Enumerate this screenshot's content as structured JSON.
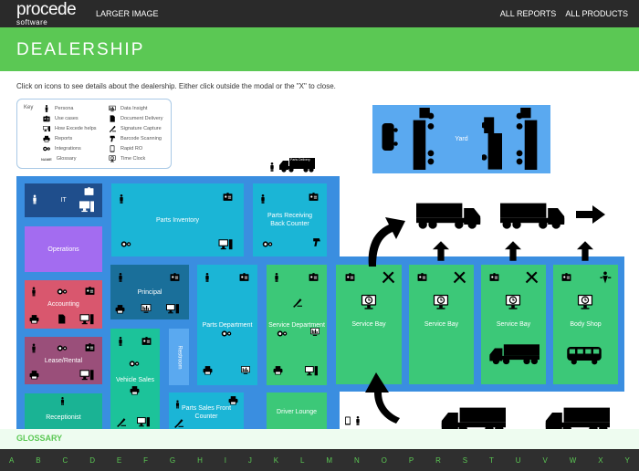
{
  "header": {
    "logo": "procede",
    "logo_sub": "software",
    "larger_image": "LARGER IMAGE",
    "all_reports": "ALL REPORTS",
    "all_products": "ALL PRODUCTS"
  },
  "page_title": "DEALERSHIP",
  "intro": "Click on icons to see details about the dealership. Either click outside the modal or the \"X\" to close.",
  "key": {
    "label": "Key",
    "items": [
      "Persona",
      "Use cases",
      "How Excede helps",
      "Reports",
      "Integrations",
      "Glossary",
      "Data Insight",
      "Document Delivery",
      "Signature Capture",
      "Barcode Scanning",
      "Rapid RO",
      "Time Clock"
    ],
    "glossary_glyph": "NAME"
  },
  "rooms": {
    "it": "IT",
    "operations": "Operations",
    "accounting": "Accounting",
    "lease": "Lease/Rental",
    "receptionist": "Receptionist",
    "parts_inventory": "Parts Inventory",
    "parts_receiving": "Parts Receiving Back Counter",
    "principal": "Principal",
    "vehicle_sales": "Vehicle Sales",
    "restroom": "Restroom",
    "parts_sales": "Parts Sales Front Counter",
    "parts_department": "Parts Department",
    "service_department": "Service Department",
    "driver_lounge": "Driver Lounge",
    "service_bay_1": "Service Bay",
    "service_bay_2": "Service Bay",
    "service_bay_3": "Service Bay",
    "body_shop": "Body Shop",
    "yard": "Yard"
  },
  "parts_delivery": "Parts Delivery",
  "glossary": {
    "label": "GLOSSARY",
    "letters": [
      "A",
      "B",
      "C",
      "D",
      "E",
      "F",
      "G",
      "H",
      "I",
      "J",
      "K",
      "L",
      "M",
      "N",
      "O",
      "P",
      "R",
      "S",
      "T",
      "U",
      "V",
      "W",
      "X",
      "Y"
    ]
  },
  "colors": {
    "brand": "#5bc854",
    "building": "#3a8ee0"
  }
}
